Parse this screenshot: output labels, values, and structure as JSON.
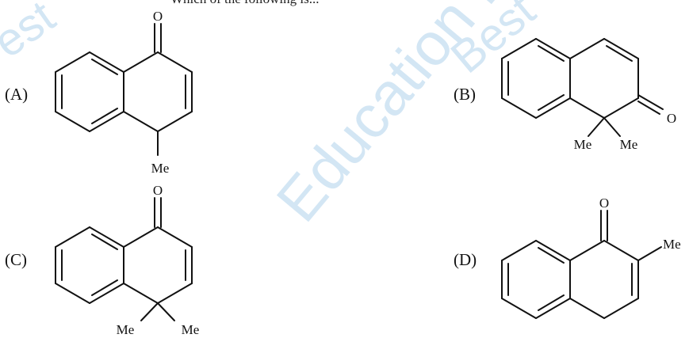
{
  "header": {
    "text": "Which of the following is..."
  },
  "watermark": {
    "text_main": "Education Best",
    "text_top_left": "est",
    "text_top_mid": "Best",
    "color": "#d3e6f4"
  },
  "options": [
    {
      "label": "(A)",
      "atoms": {
        "carbonyl_o": "O",
        "substituent_1": "Me"
      }
    },
    {
      "label": "(B)",
      "atoms": {
        "carbonyl_o": "O",
        "substituent_1": "Me",
        "substituent_2": "Me"
      }
    },
    {
      "label": "(C)",
      "atoms": {
        "carbonyl_o": "O",
        "substituent_1": "Me",
        "substituent_2": "Me"
      }
    },
    {
      "label": "(D)",
      "atoms": {
        "carbonyl_o": "O",
        "substituent_1": "Me"
      }
    }
  ]
}
